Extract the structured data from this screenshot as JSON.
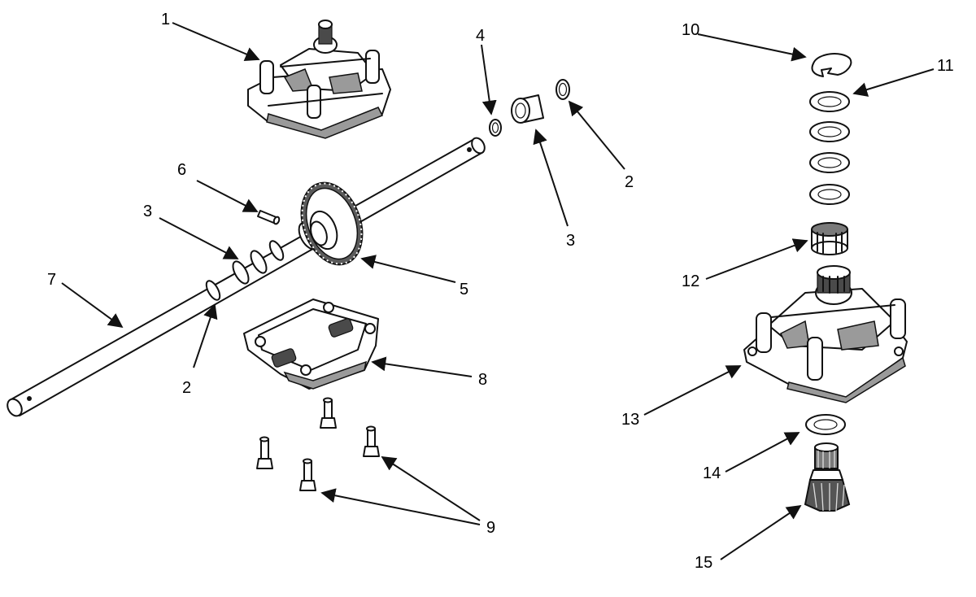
{
  "callouts": [
    {
      "id": "c1",
      "label": "1"
    },
    {
      "id": "c2a",
      "label": "2"
    },
    {
      "id": "c2b",
      "label": "2"
    },
    {
      "id": "c3a",
      "label": "3"
    },
    {
      "id": "c3b",
      "label": "3"
    },
    {
      "id": "c4",
      "label": "4"
    },
    {
      "id": "c5",
      "label": "5"
    },
    {
      "id": "c6",
      "label": "6"
    },
    {
      "id": "c7",
      "label": "7"
    },
    {
      "id": "c8",
      "label": "8"
    },
    {
      "id": "c9",
      "label": "9"
    },
    {
      "id": "c10",
      "label": "10"
    },
    {
      "id": "c11",
      "label": "11"
    },
    {
      "id": "c12",
      "label": "12"
    },
    {
      "id": "c13",
      "label": "13"
    },
    {
      "id": "c14",
      "label": "14"
    },
    {
      "id": "c15",
      "label": "15"
    }
  ]
}
